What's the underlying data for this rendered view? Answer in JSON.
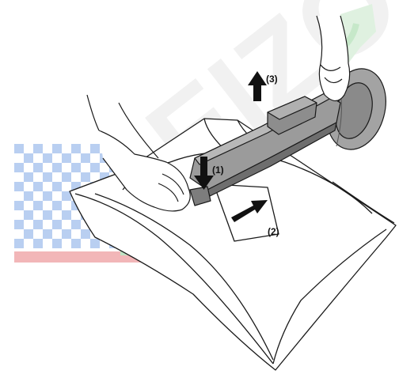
{
  "diagram": {
    "steps": [
      {
        "id": "step-1",
        "label": "(1)"
      },
      {
        "id": "step-2",
        "label": "(2)"
      },
      {
        "id": "step-3",
        "label": "(3)"
      }
    ],
    "watermark": {
      "text": "EIZO",
      "color_light": "#f1f1f1",
      "color_green": "#3cb44a",
      "color_blue": "#3a78d8",
      "color_red": "#e0383e"
    },
    "colors": {
      "outline": "#1a1a1a",
      "stand_fill": "#9b9b9b",
      "stand_top": "#b5b5b5",
      "stand_dark": "#6e6e6e",
      "arrow": "#111111"
    }
  }
}
